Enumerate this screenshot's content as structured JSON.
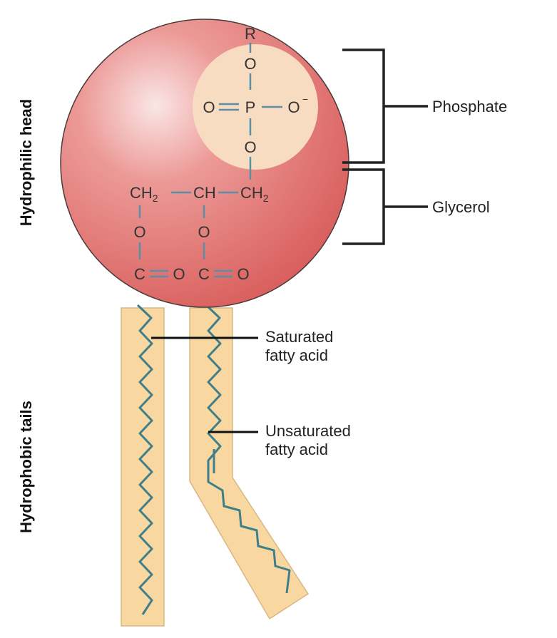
{
  "side_labels": {
    "head": "Hydrophilic head",
    "tails": "Hydrophobic tails"
  },
  "group_labels": {
    "phosphate": "Phosphate",
    "glycerol": "Glycerol"
  },
  "tail_labels": {
    "saturated_line1": "Saturated",
    "saturated_line2": "fatty acid",
    "unsaturated_line1": "Unsaturated",
    "unsaturated_line2": "fatty acid"
  },
  "atoms": {
    "r": "R",
    "o": "O",
    "p": "P",
    "o_minus": "O",
    "minus": "−",
    "ch2": "CH",
    "ch": "CH",
    "c": "C",
    "sub_2": "2"
  },
  "colors": {
    "head_fill": "#e0706c",
    "phosphate_fill": "#f8dcc2",
    "tail_fill": "#f8d7a0",
    "chain": "#3e7f8a",
    "bond": "#5b8fa6"
  }
}
